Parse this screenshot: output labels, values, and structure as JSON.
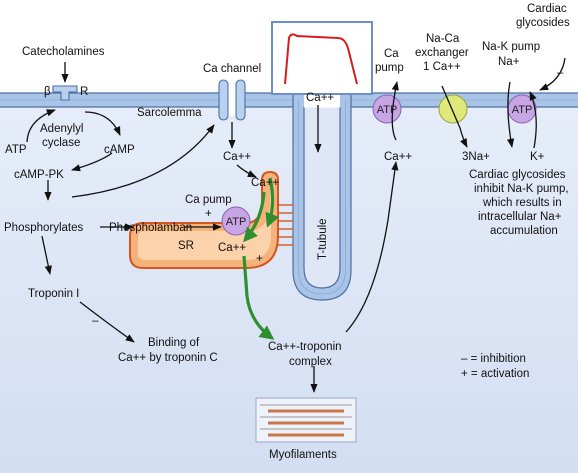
{
  "labels": {
    "catecholamines": "Catecholamines",
    "beta": "β",
    "r": "R",
    "sarcolemma": "Sarcolemma",
    "atp_left": "ATP",
    "adenylyl_cyclase_1": "Adenylyl",
    "adenylyl_cyclase_2": "cyclase",
    "camp": "cAMP",
    "camp_pk": "cAMP-PK",
    "phosphorylates": "Phosphorylates",
    "phospholamban": "Phospholamban",
    "troponin_i": "Troponin I",
    "binding_1": "Binding of",
    "binding_2": "Ca++ by troponin C",
    "ca_channel": "Ca channel",
    "ca_under_channel": "Ca++",
    "ca_mid": "Ca++",
    "ca_pump_sr": "Ca pump",
    "atp_sr": "ATP",
    "sr": "SR",
    "ca_in_sr": "Ca++",
    "plus_pump": "+",
    "plus_sr": "+",
    "minus_troponin": "–",
    "ca_ttubule": "Ca++",
    "t_tubule": "T-tubule",
    "ca_troponin_1": "Ca++-troponin",
    "ca_troponin_2": "complex",
    "myofilaments": "Myofilaments",
    "ca_pump_right_1": "Ca",
    "ca_pump_right_2": "pump",
    "atp_right_1": "ATP",
    "atp_right_2": "ATP",
    "naca_1": "Na-Ca",
    "naca_2": "exchanger",
    "naca_3": "1 Ca++",
    "nak_1": "Na-K pump",
    "nak_2": "Na+",
    "cardiac_glyc_top_1": "Cardiac",
    "cardiac_glyc_top_2": "glycosides",
    "minus_glyc": "–",
    "ca_right": "Ca++",
    "three_na": "3Na+",
    "k_plus": "K+",
    "note_1": "Cardiac glycosides",
    "note_2": "inhibit Na-K pump,",
    "note_3": "which results in",
    "note_4": "intracellular Na+",
    "note_5": "accumulation",
    "legend_minus": "– = inhibition",
    "legend_plus": "+ = activation"
  },
  "colors": {
    "background_top": "#ffffff",
    "cytoplasm": "#dfe7f6",
    "membrane": "#a9c4e6",
    "membrane_line": "#4d6fa3",
    "sr_fill": "#f4b37a",
    "sr_edge": "#d4561f",
    "atp_purple": "#c8a6e6",
    "exchanger_green": "#dfe87a",
    "green_arrow": "#2f8f2f",
    "action_potential": "#d41f1f",
    "inset_border": "#6d8fc7",
    "myofilament": "#c8784a"
  }
}
